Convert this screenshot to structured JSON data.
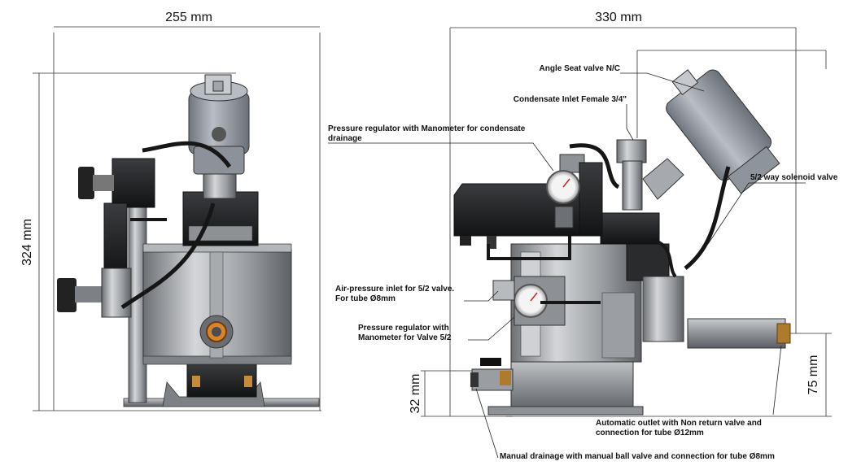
{
  "dimensions": {
    "width_front": "255 mm",
    "height_front": "324 mm",
    "width_side": "330 mm",
    "outlet_height": "75 mm",
    "drain_height": "32 mm"
  },
  "callouts": {
    "angle_seat_valve": "Angle Seat valve N/C",
    "condensate_inlet": "Condensate Inlet Female 3/4\"",
    "pressure_reg_condensate_l1": "Pressure regulator with Manometer for condensate",
    "pressure_reg_condensate_l2": "drainage",
    "solenoid_valve": "5/2 way solenoid valve",
    "air_inlet_l1": "Air-pressure inlet for 5/2 valve.",
    "air_inlet_l2": "For tube Ø8mm",
    "pressure_reg_valve_l1": "Pressure regulator with",
    "pressure_reg_valve_l2": "Manometer for Valve 5/2",
    "auto_outlet_l1": "Automatic outlet with Non return valve and",
    "auto_outlet_l2": "connection for tube Ø12mm",
    "manual_drain": "Manual drainage with manual ball valve and connection for tube Ø8mm"
  },
  "colors": {
    "steel": "#8d8f92",
    "steel_light": "#c4c6c9",
    "steel_dark": "#4f5256",
    "black_part": "#1d1e20",
    "cylinder": "#9aa0a8",
    "brass": "#b07a2c",
    "line": "#222222"
  }
}
